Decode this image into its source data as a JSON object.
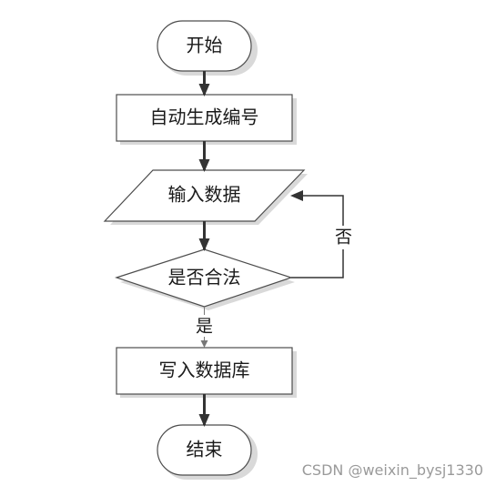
{
  "nodes": {
    "start": "开始",
    "auto_number": "自动生成编号",
    "input_data": "输入数据",
    "is_valid": "是否合法",
    "write_db": "写入数据库",
    "end": "结束"
  },
  "edges": {
    "yes_label": "是",
    "no_label": "否"
  },
  "watermark": "CSDN @weixin_bysj1330",
  "colors": {
    "stroke": "#4d4d4d",
    "arrow": "#333333",
    "shadow": "#d9d9d9",
    "fill": "#ffffff"
  }
}
